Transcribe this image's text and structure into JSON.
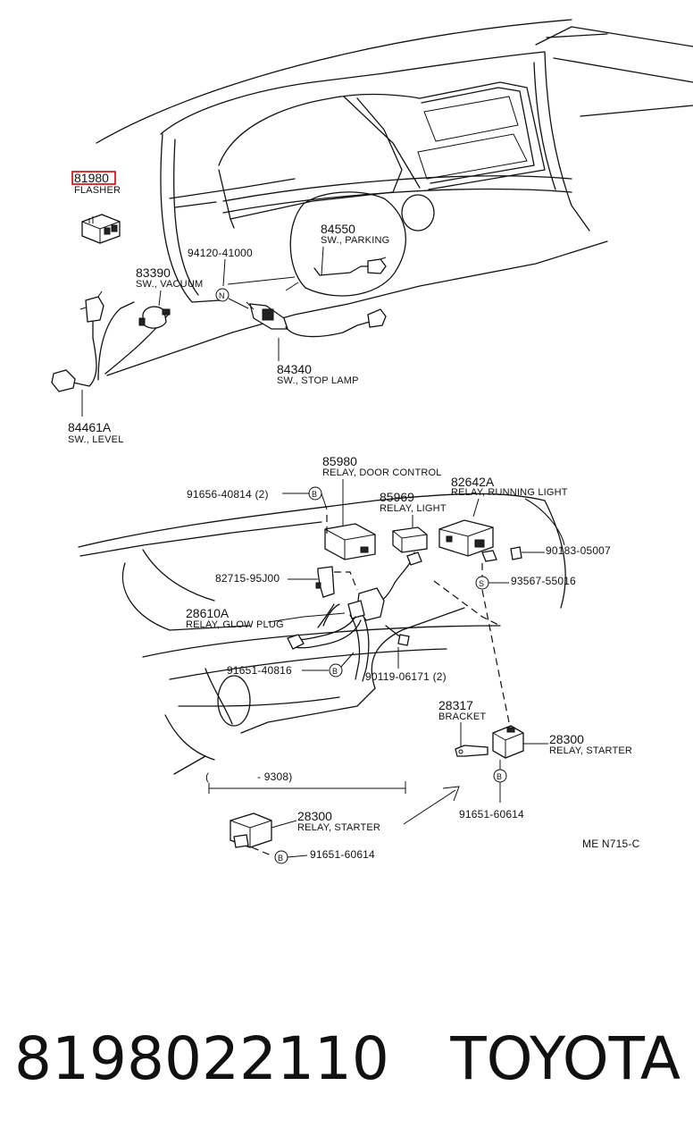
{
  "diagram": {
    "labels": {
      "p81980": "81980",
      "p81980_desc": "FLASHER",
      "p94120": "94120-41000",
      "p84550": "84550",
      "p84550_desc": "SW., PARKING",
      "p83390": "83390",
      "p83390_desc": "SW., VACUUM",
      "p84340": "84340",
      "p84340_desc": "SW., STOP LAMP",
      "p84461A": "84461A",
      "p84461A_desc": "SW., LEVEL",
      "p85980": "85980",
      "p85980_desc": "RELAY, DOOR CONTROL",
      "p91656": "91656-40814 (2)",
      "p85969": "85969",
      "p85969_desc": "RELAY, LIGHT",
      "p82642A": "82642A",
      "p82642A_desc": "RELAY, RUNNING LIGHT",
      "p90183": "90183-05007",
      "p82715": "82715-95J00",
      "p93567": "93567-55016",
      "p28610A": "28610A",
      "p28610A_desc": "RELAY, GLOW PLUG",
      "p91651a": "91651-40816",
      "p90119": "90119-06171 (2)",
      "p28317": "28317",
      "p28317_desc": "BRACKET",
      "p28300a": "28300",
      "p28300a_desc": "RELAY, STARTER",
      "p91651b": "91651-60614",
      "p9308": "- 9308)",
      "p9308_open": "(",
      "p28300b": "28300",
      "p28300b_desc": "RELAY, STARTER",
      "p91651c": "91651-60614",
      "ref": "ME N715-C",
      "mark_n": "N",
      "mark_b": "B",
      "mark_s": "S"
    },
    "highlight_color": "#d40000"
  },
  "footer": {
    "part_number": "8198022110",
    "brand": "TOYOTA"
  }
}
